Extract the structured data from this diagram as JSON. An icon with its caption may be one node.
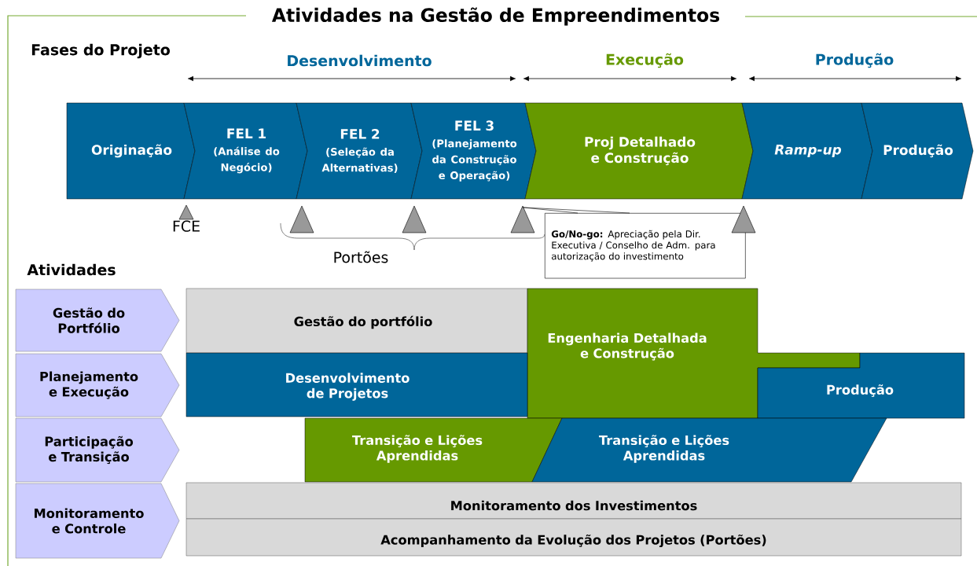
{
  "diagram": {
    "title": "Atividades na Gestão de Empreendimentos",
    "nodes": [
      {
        "text": [
          "Originação"
        ]
      },
      {
        "text": [
          "FEL 1",
          "(Análise do Negócio)"
        ]
      },
      {
        "text": [
          "FEL 2",
          "(Seleção da Alternativas)"
        ]
      },
      {
        "text": [
          "FEL 3",
          "(Planejamento da Construção e Operação)"
        ]
      },
      {
        "text": [
          "Proj Detalhado e Construção"
        ]
      },
      {
        "text": [
          "Ramp-up"
        ]
      },
      {
        "text": [
          "Produção"
        ]
      },
      {
        "text": [],
        "shape": "triangle",
        "beside": [
          "FCE"
        ]
      },
      {
        "text": [],
        "shape": "triangle"
      },
      {
        "text": [],
        "shape": "triangle"
      },
      {
        "text": [],
        "shape": "triangle"
      },
      {
        "text": [],
        "shape": "triangle"
      },
      {
        "text": [
          "**Go/No-go:** Apreciação pela Dir. Executiva / Conselho de Adm. para autorização do investimento"
        ]
      },
      {
        "text": [
          "Gestão do Portfólio"
        ]
      },
      {
        "text": [
          "Planejamento e Execução"
        ]
      },
      {
        "text": [
          "Participação e Transição"
        ]
      },
      {
        "text": [
          "Monitoramento e Controle"
        ]
      },
      {
        "text": [
          "Gestão do portfólio"
        ]
      },
      {
        "text": [
          "Engenharia Detalhada e Construção"
        ]
      },
      {
        "text": [
          "Desenvolvimento de Projetos"
        ]
      },
      {
        "text": [
          "Produção"
        ]
      },
      {
        "text": [
          "Transição e Lições Aprendidas"
        ]
      },
      {
        "text": [
          "Transição e Lições Aprendidas"
        ]
      },
      {
        "text": [
          "Monitoramento dos Investimentos"
        ]
      },
      {
        "text": [
          "Acompanhamento da Evolução dos Projetos (Portões)"
        ]
      }
    ],
    "edges": [
      {
        "from": 12,
        "to": 10,
        "arrow": "none"
      }
    ],
    "labels": [
      "Fases do Projeto",
      "Desenvolvimento",
      "Execução",
      "Produção",
      "Portões",
      "Atividades"
    ]
  }
}
